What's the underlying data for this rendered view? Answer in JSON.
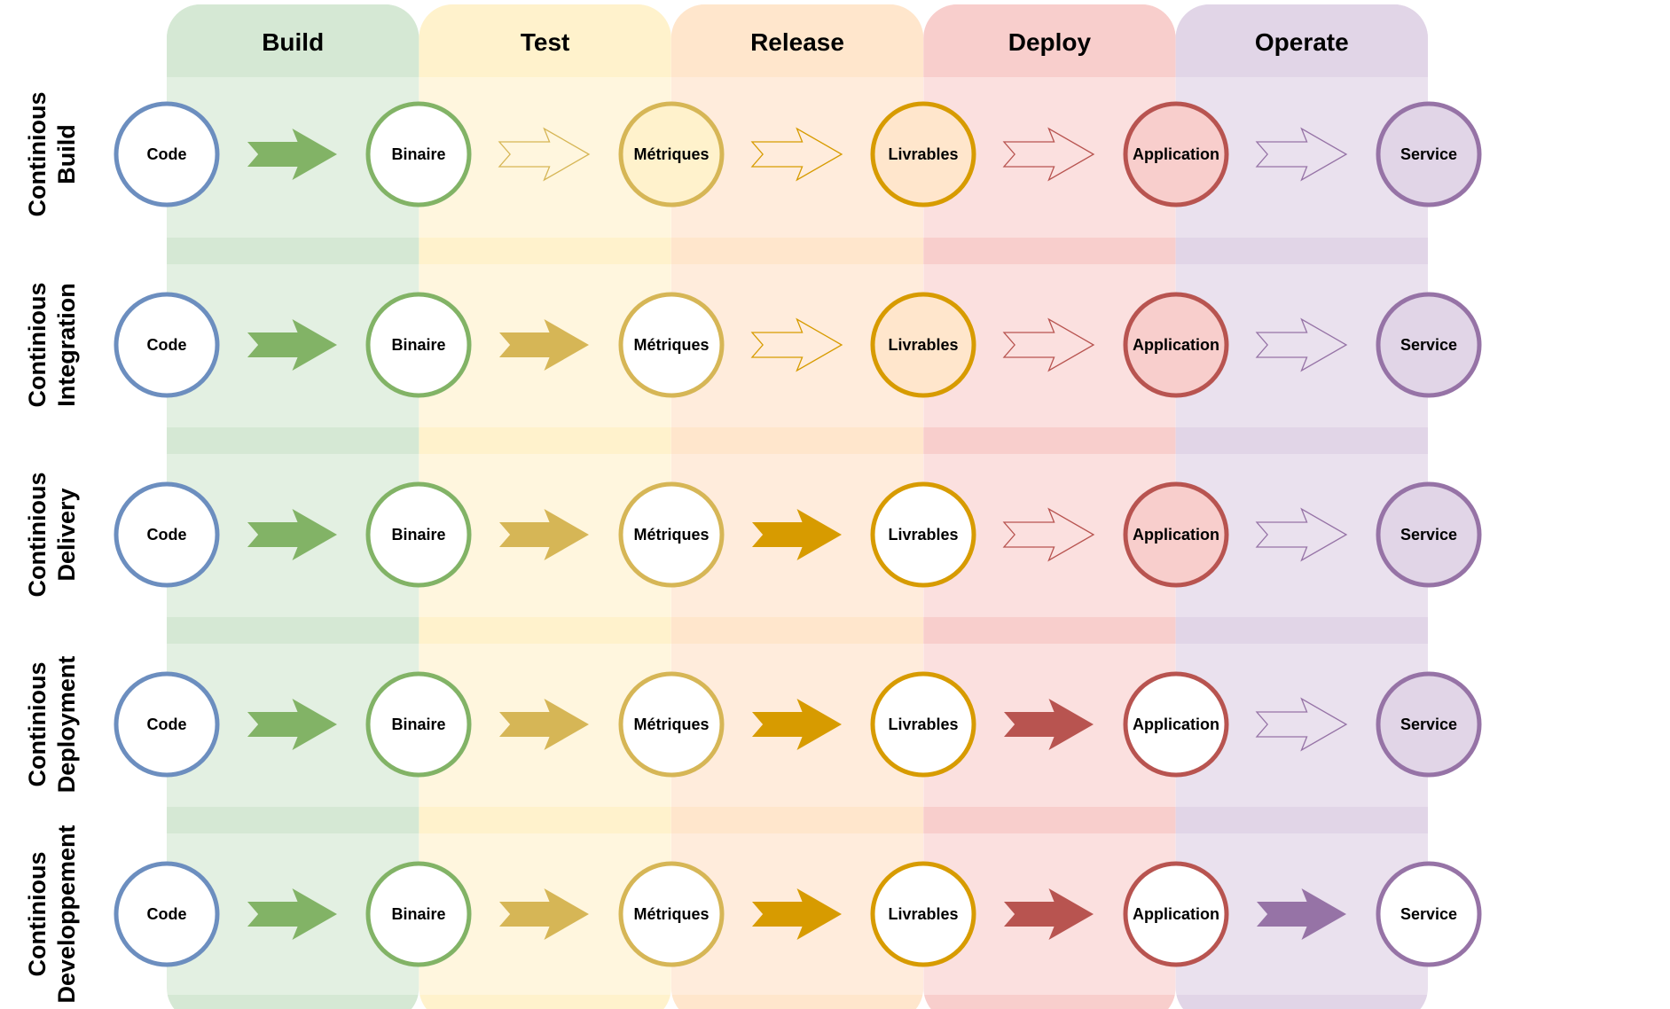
{
  "stages": [
    {
      "name": "Build",
      "header": "#d5e8d4",
      "bg": "#e3f0e2",
      "band": "#d5e8d4",
      "border": "#82b366"
    },
    {
      "name": "Test",
      "header": "#fff2cc",
      "bg": "#fff6de",
      "band": "#fff2cc",
      "border": "#d6b656"
    },
    {
      "name": "Release",
      "header": "#ffe6cc",
      "bg": "#ffecdc",
      "band": "#ffe6cc",
      "border": "#d79b00"
    },
    {
      "name": "Deploy",
      "header": "#f8cecc",
      "bg": "#fbe0df",
      "band": "#f8cecc",
      "border": "#b85450"
    },
    {
      "name": "Operate",
      "header": "#e1d5e7",
      "bg": "#eae1ee",
      "band": "#e1d5e7",
      "border": "#9673a6"
    }
  ],
  "nodes": [
    {
      "label": "Code",
      "stroke": "#6c8ebf",
      "fill": "#dae8fc"
    },
    {
      "label": "Binaire",
      "stroke": "#82b366",
      "fill": "#d5e8d4"
    },
    {
      "label": "Métriques",
      "stroke": "#d6b656",
      "fill": "#fff2cc"
    },
    {
      "label": "Livrables",
      "stroke": "#d79b00",
      "fill": "#ffe6cc"
    },
    {
      "label": "Application",
      "stroke": "#b85450",
      "fill": "#f8cecc"
    },
    {
      "label": "Service",
      "stroke": "#9673a6",
      "fill": "#e1d5e7"
    }
  ],
  "rows": [
    {
      "title": [
        "Continious",
        "Build"
      ],
      "active_arrows": 1
    },
    {
      "title": [
        "Continious",
        "Integration"
      ],
      "active_arrows": 2
    },
    {
      "title": [
        "Continious",
        "Delivery"
      ],
      "active_arrows": 3
    },
    {
      "title": [
        "Continious",
        "Deployment"
      ],
      "active_arrows": 4
    },
    {
      "title": [
        "Continious",
        "Developpement"
      ],
      "active_arrows": 5
    }
  ]
}
